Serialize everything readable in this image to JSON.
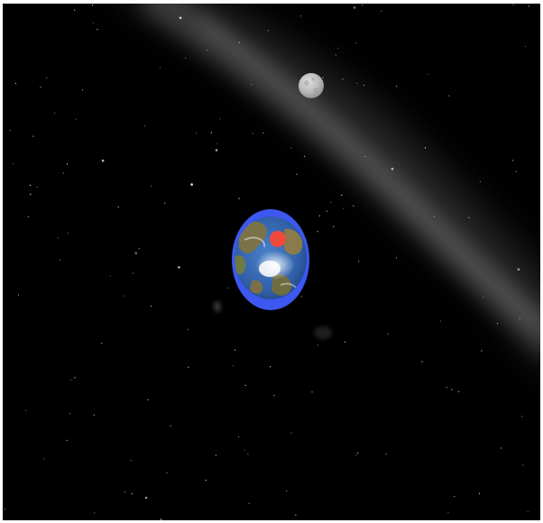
{
  "scene": {
    "background_color": "#000000",
    "milky_way_color": "#d8d8d8",
    "star_color": "#ffffff",
    "bodies": [
      {
        "name": "moon",
        "color": "#b8b8b8"
      },
      {
        "name": "earth",
        "ocean_color": "#2f5fa8",
        "land_color": "#7a7348"
      },
      {
        "name": "earth-orbit-ring",
        "color": "#3d58f0"
      },
      {
        "name": "location-marker",
        "color": "#f04a3b"
      }
    ]
  }
}
